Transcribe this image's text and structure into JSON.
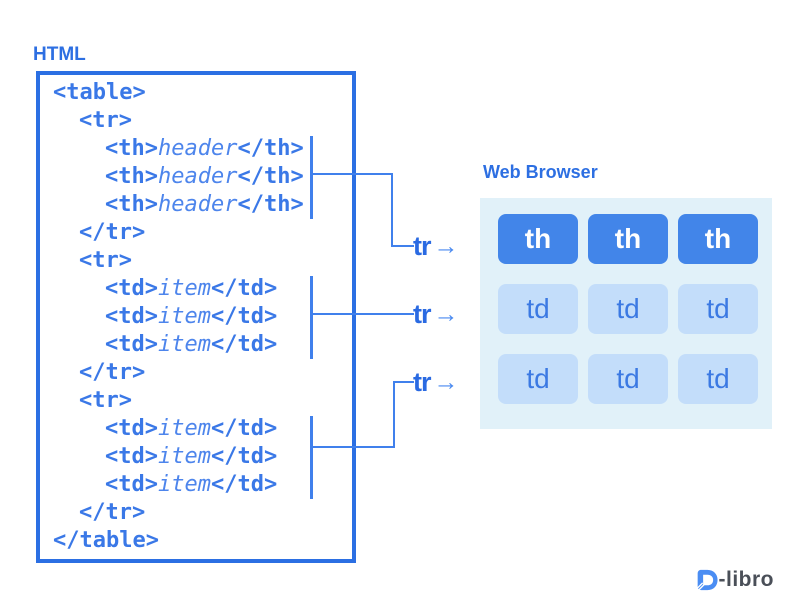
{
  "html_section": {
    "label": "HTML"
  },
  "code": {
    "lines": [
      {
        "indent": 0,
        "segments": [
          {
            "t": "<table>",
            "k": "tag"
          }
        ]
      },
      {
        "indent": 1,
        "segments": [
          {
            "t": "<tr>",
            "k": "tag"
          }
        ]
      },
      {
        "indent": 2,
        "segments": [
          {
            "t": "<th>",
            "k": "tag"
          },
          {
            "t": "header",
            "k": "value"
          },
          {
            "t": "</th>",
            "k": "tag"
          }
        ]
      },
      {
        "indent": 2,
        "segments": [
          {
            "t": "<th>",
            "k": "tag"
          },
          {
            "t": "header",
            "k": "value"
          },
          {
            "t": "</th>",
            "k": "tag"
          }
        ]
      },
      {
        "indent": 2,
        "segments": [
          {
            "t": "<th>",
            "k": "tag"
          },
          {
            "t": "header",
            "k": "value"
          },
          {
            "t": "</th>",
            "k": "tag"
          }
        ]
      },
      {
        "indent": 1,
        "segments": [
          {
            "t": "</tr>",
            "k": "tag"
          }
        ]
      },
      {
        "indent": 1,
        "segments": [
          {
            "t": "<tr>",
            "k": "tag"
          }
        ]
      },
      {
        "indent": 2,
        "segments": [
          {
            "t": "<td>",
            "k": "tag"
          },
          {
            "t": "item",
            "k": "value"
          },
          {
            "t": "</td>",
            "k": "tag"
          }
        ]
      },
      {
        "indent": 2,
        "segments": [
          {
            "t": "<td>",
            "k": "tag"
          },
          {
            "t": "item",
            "k": "value"
          },
          {
            "t": "</td>",
            "k": "tag"
          }
        ]
      },
      {
        "indent": 2,
        "segments": [
          {
            "t": "<td>",
            "k": "tag"
          },
          {
            "t": "item",
            "k": "value"
          },
          {
            "t": "</td>",
            "k": "tag"
          }
        ]
      },
      {
        "indent": 1,
        "segments": [
          {
            "t": "</tr>",
            "k": "tag"
          }
        ]
      },
      {
        "indent": 1,
        "segments": [
          {
            "t": "<tr>",
            "k": "tag"
          }
        ]
      },
      {
        "indent": 2,
        "segments": [
          {
            "t": "<td>",
            "k": "tag"
          },
          {
            "t": "item",
            "k": "value"
          },
          {
            "t": "</td>",
            "k": "tag"
          }
        ]
      },
      {
        "indent": 2,
        "segments": [
          {
            "t": "<td>",
            "k": "tag"
          },
          {
            "t": "item",
            "k": "value"
          },
          {
            "t": "</td>",
            "k": "tag"
          }
        ]
      },
      {
        "indent": 2,
        "segments": [
          {
            "t": "<td>",
            "k": "tag"
          },
          {
            "t": "item",
            "k": "value"
          },
          {
            "t": "</td>",
            "k": "tag"
          }
        ]
      },
      {
        "indent": 1,
        "segments": [
          {
            "t": "</tr>",
            "k": "tag"
          }
        ]
      },
      {
        "indent": 0,
        "segments": [
          {
            "t": "</table>",
            "k": "tag"
          }
        ]
      }
    ]
  },
  "connector_labels": [
    {
      "text": "tr",
      "arrow": "→"
    },
    {
      "text": "tr",
      "arrow": "→"
    },
    {
      "text": "tr",
      "arrow": "→"
    }
  ],
  "browser": {
    "label": "Web Browser",
    "rows": [
      {
        "type": "th",
        "cells": [
          "th",
          "th",
          "th"
        ]
      },
      {
        "type": "td",
        "cells": [
          "td",
          "td",
          "td"
        ]
      },
      {
        "type": "td",
        "cells": [
          "td",
          "td",
          "td"
        ]
      }
    ]
  },
  "logo": {
    "icon": "d-book-icon",
    "text": "-libro"
  },
  "colors": {
    "accent": "#2d6fe2",
    "code_box_border": "#2b6fe3",
    "code_tag": "#3a78e7",
    "code_value": "#4d85ec",
    "connector_line": "#4080ec",
    "th_cell_bg": "#4285e9",
    "th_cell_text": "#ffffff",
    "td_cell_bg": "#c3ddfa",
    "td_cell_text": "#3b79e3",
    "browser_panel_bg": "#e1f1f9",
    "logo_blue": "#4a8df3",
    "logo_gray": "#4a4f58"
  }
}
